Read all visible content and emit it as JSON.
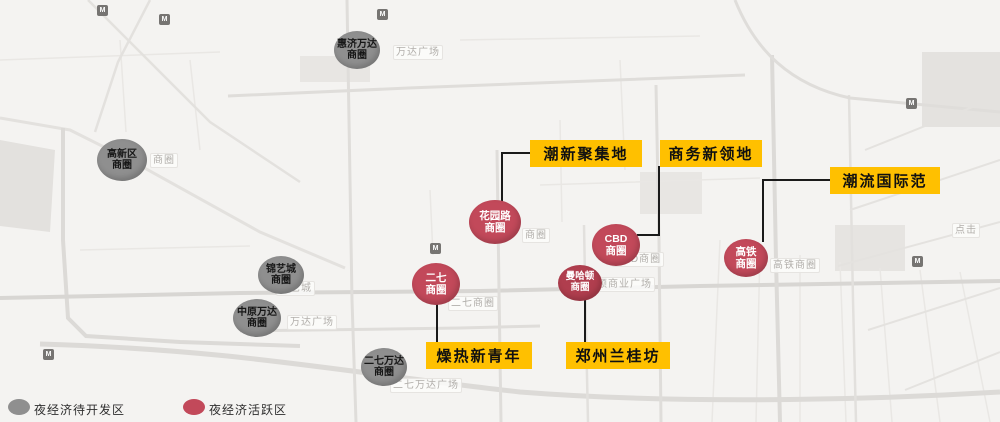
{
  "colors": {
    "gray_bubble": "#8f8f8f",
    "red_bubble": "#c2495a",
    "red_bubble_dark": "#b03e4e",
    "callout_bg": "#ffc000",
    "connector": "#1a1a1a"
  },
  "bubbles": {
    "gray": [
      {
        "label": "惠济万达\n商圈"
      },
      {
        "label": "高新区\n商圈"
      },
      {
        "label": "锦艺城\n商圈"
      },
      {
        "label": "中原万达\n商圈"
      },
      {
        "label": "二七万达\n商圈"
      }
    ],
    "red": [
      {
        "label": "花园路\n商圈"
      },
      {
        "label": "二七\n商圈"
      },
      {
        "label": "CBD\n商圈"
      },
      {
        "label": "曼哈顿\n商圈"
      },
      {
        "label": "高铁\n商圈"
      }
    ]
  },
  "callouts": [
    {
      "label": "潮新聚集地"
    },
    {
      "label": "商务新领地"
    },
    {
      "label": "潮流国际范"
    },
    {
      "label": "燥热新青年"
    },
    {
      "label": "郑州兰桂坊"
    }
  ],
  "map_labels": [
    {
      "text": "万达广场"
    },
    {
      "text": "商圈"
    },
    {
      "text": "锦艺城"
    },
    {
      "text": "商圈"
    },
    {
      "text": "二七商圈"
    },
    {
      "text": "CBD商圈"
    },
    {
      "text": "曼哈顿商业广场"
    },
    {
      "text": "高铁商圈"
    },
    {
      "text": "万达广场"
    },
    {
      "text": "二七万达广场"
    },
    {
      "text": "点击"
    }
  ],
  "legend": {
    "undeveloped_label": "夜经济待开发区",
    "active_label": "夜经济活跃区"
  },
  "poi_icon_glyph": "M"
}
